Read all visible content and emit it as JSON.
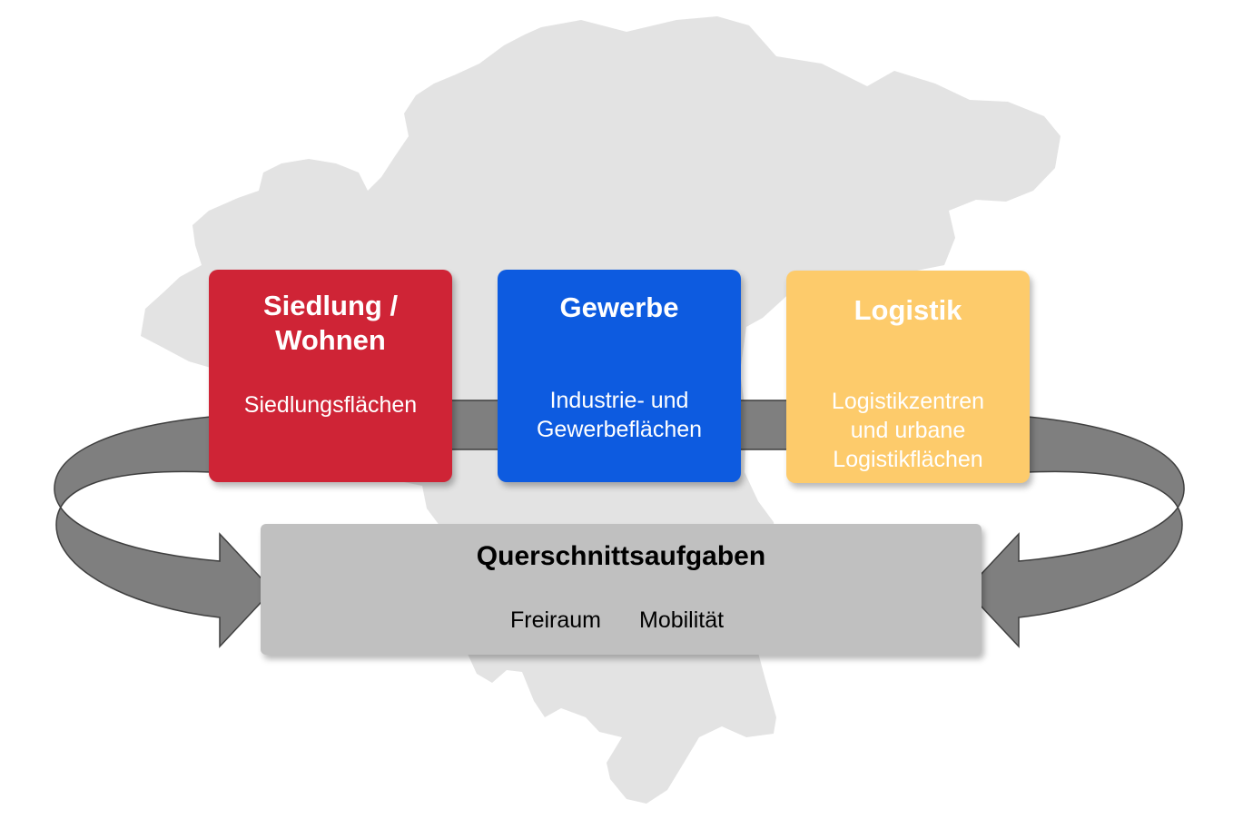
{
  "colors": {
    "background": "#ffffff",
    "map_silhouette": "#e3e3e3",
    "arrow_fill": "#7f7f7f",
    "arrow_stroke": "#3f3f3f",
    "siedlung": "#cf2436",
    "gewerbe": "#0d5be0",
    "logistik": "#fdcb6b",
    "querschnitt": "#c0c0c0"
  },
  "boxes": [
    {
      "title": "Siedlung /\nWohnen",
      "subtitle": "Siedlungsflächen"
    },
    {
      "title": "Gewerbe",
      "subtitle": "Industrie- und\nGewerbeflächen"
    },
    {
      "title": "Logistik",
      "subtitle": "Logistikzentren\nund urbane\nLogistikflächen"
    }
  ],
  "querschnitt": {
    "title": "Querschnittsaufgaben",
    "items": [
      "Freiraum",
      "Mobilität"
    ]
  }
}
